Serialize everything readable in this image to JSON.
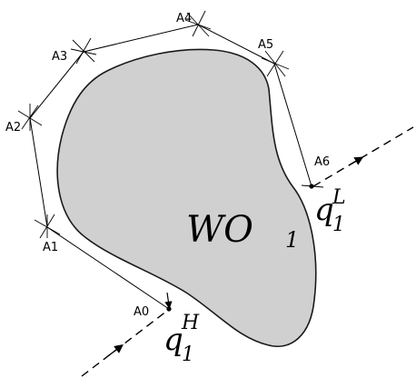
{
  "vertices": [
    {
      "id": "A0",
      "label": "A0"
    },
    {
      "id": "A1",
      "label": "A1"
    },
    {
      "id": "A2",
      "label": "A2"
    },
    {
      "id": "A3",
      "label": "A3"
    },
    {
      "id": "A4",
      "label": "A4"
    },
    {
      "id": "A5",
      "label": "A5"
    },
    {
      "id": "A6",
      "label": "A6"
    }
  ],
  "obstacle": {
    "main": "WO",
    "sub": "1",
    "fill": "#d0d0d0",
    "stroke": "#1a1a1a"
  },
  "point_high": {
    "main": "q",
    "sub": "1",
    "sup": "H"
  },
  "point_low": {
    "main": "q",
    "sub": "1",
    "sup": "L"
  },
  "colors": {
    "line": "#000000",
    "obstacle_fill": "#d0d0d0"
  }
}
